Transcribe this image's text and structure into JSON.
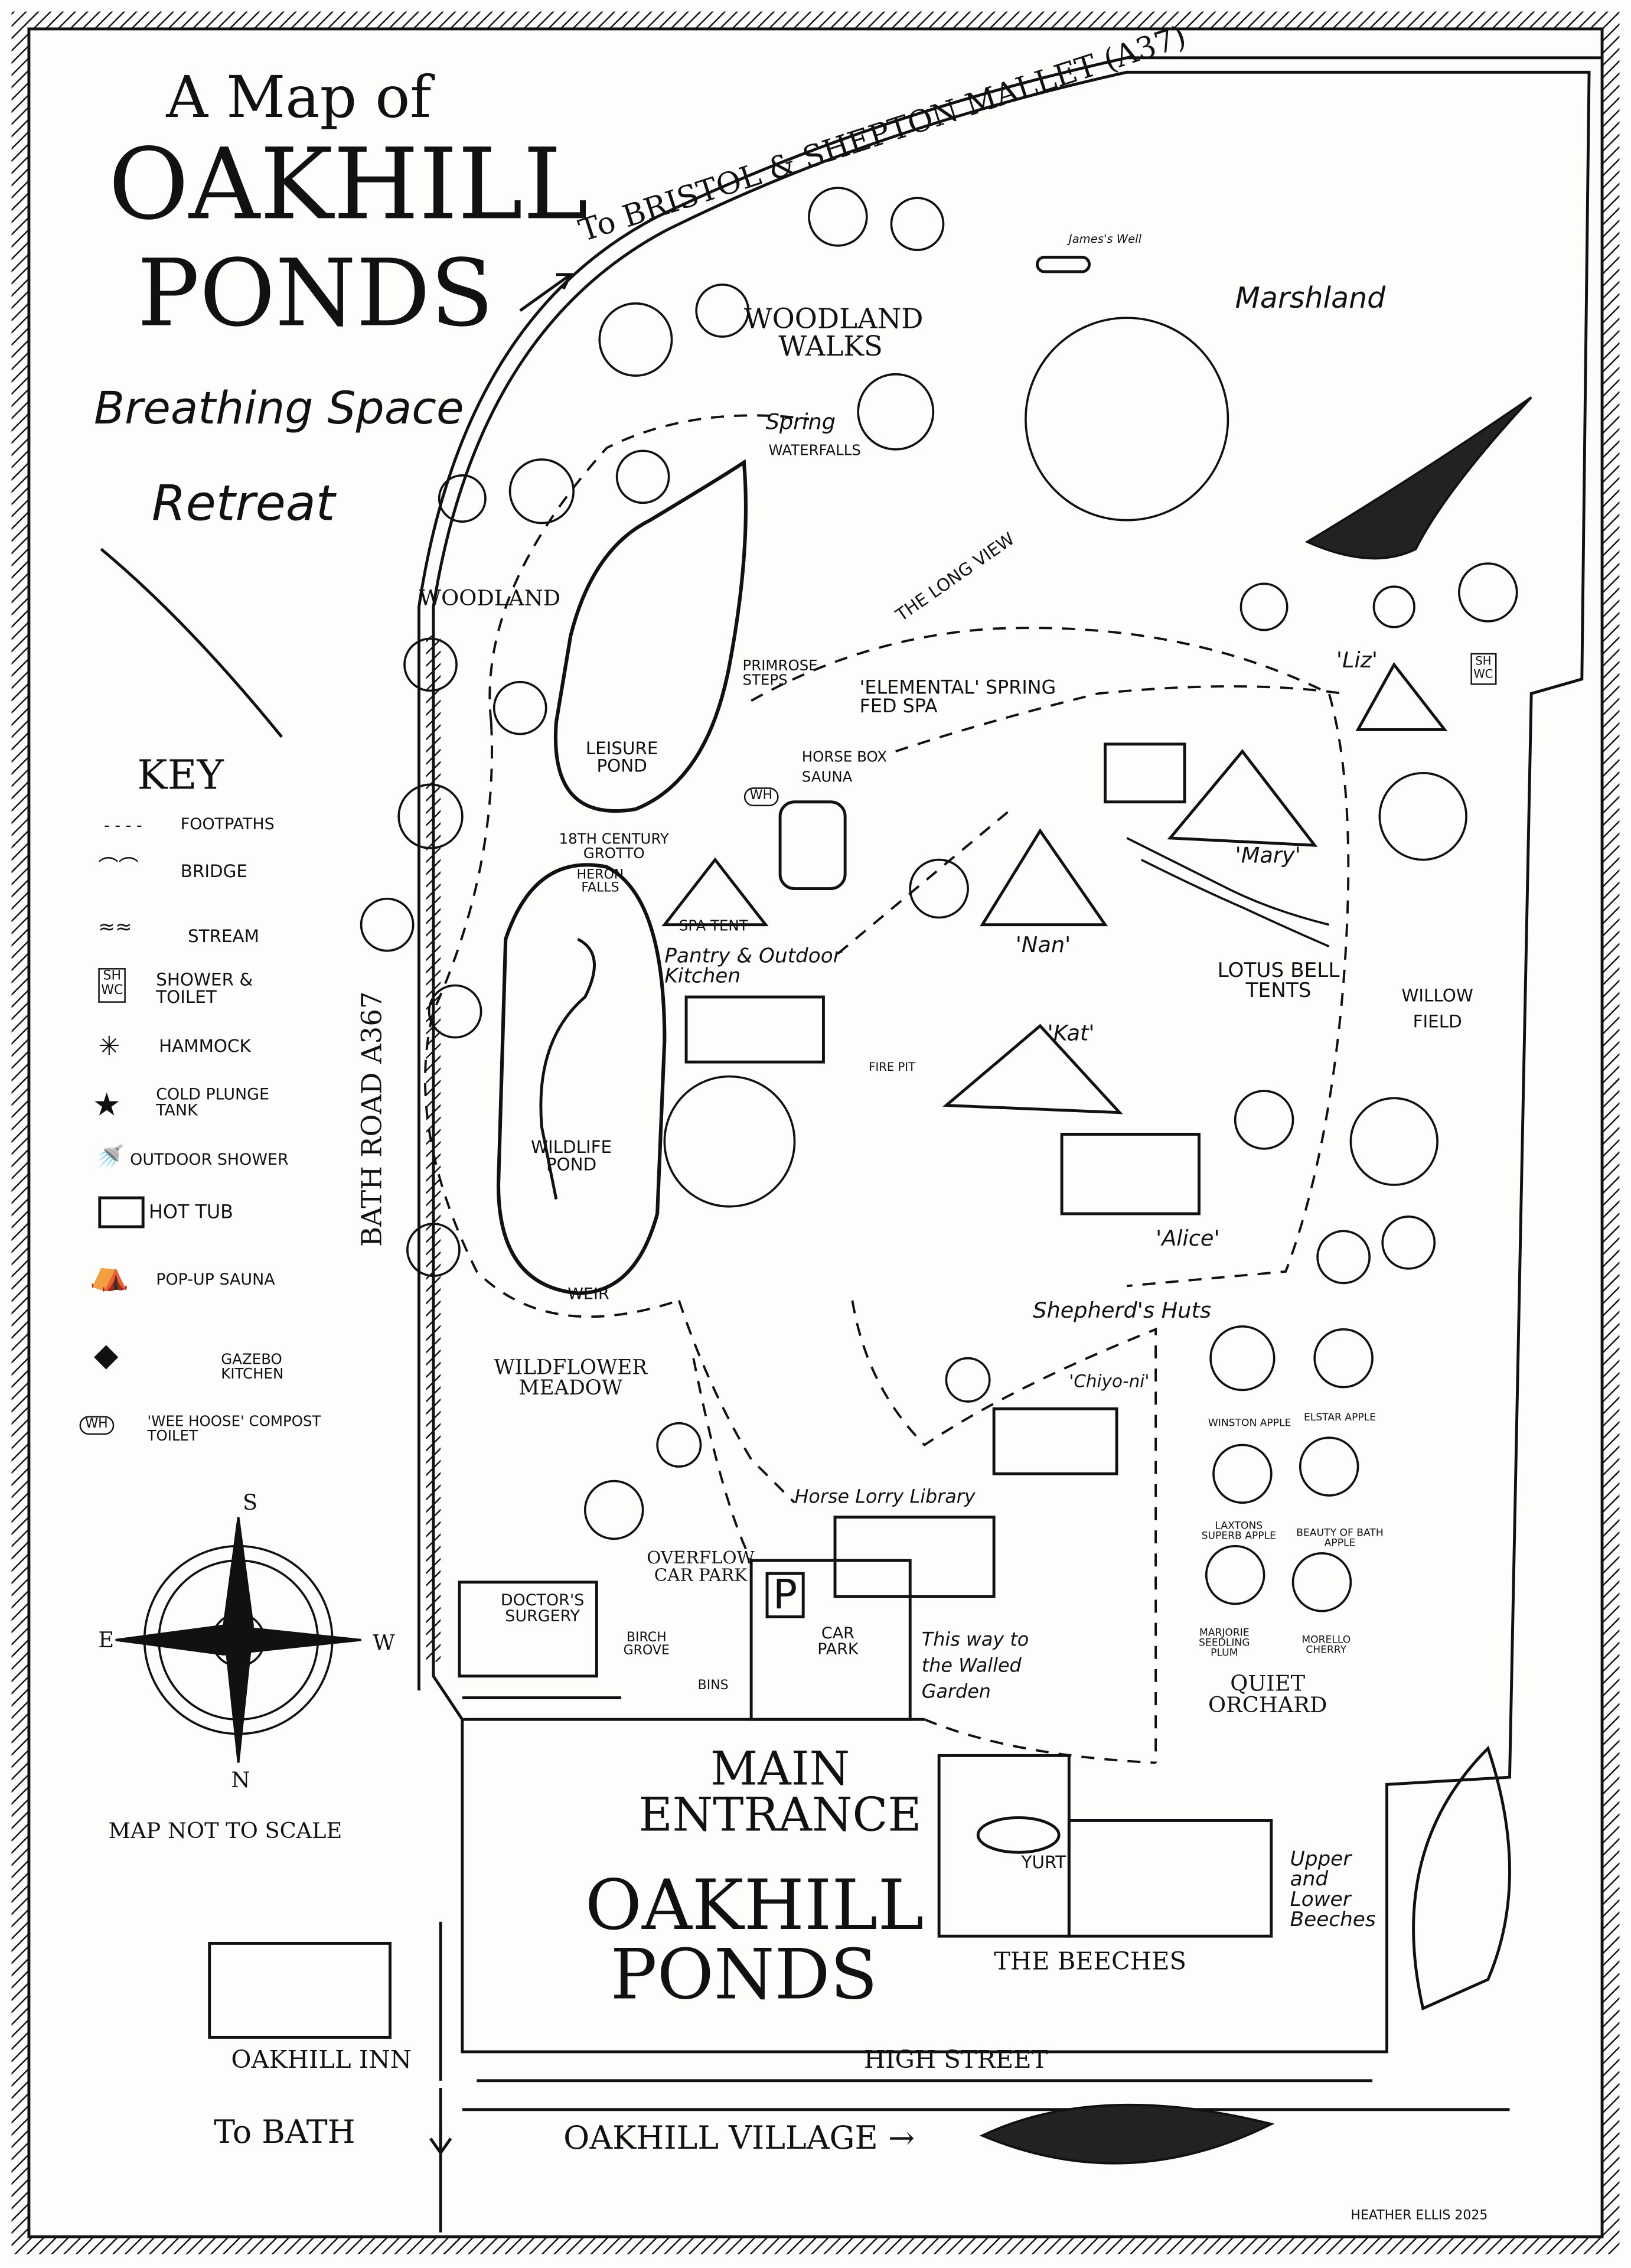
{
  "title": {
    "line1": "A Map of",
    "line2": "OAKHILL",
    "line3": "PONDS",
    "line4": "Breathing Space",
    "line5": "Retreat"
  },
  "roads": {
    "top": "To BRISTOL & SHEPTON MALLET (A37)",
    "side": "BATH ROAD A367",
    "high_street": "HIGH STREET",
    "to_bath": "To BATH",
    "village": "OAKHILL VILLAGE →"
  },
  "places": {
    "james_well": "James's Well",
    "marshland": "Marshland",
    "woodland_walks": "WOODLAND WALKS",
    "spring": "Spring",
    "waterfalls": "WATERFALLS",
    "long_view": "THE LONG VIEW",
    "woodland": "WOODLAND",
    "primrose_steps": "PRIMROSE STEPS",
    "spa": "'ELEMENTAL' SPRING FED SPA",
    "liz": "'Liz'",
    "leisure_pond": "LEISURE POND",
    "horse_box_sauna": "HORSE BOX SAUNA",
    "wh": "WH",
    "grotto": "18TH CENTURY GROTTO",
    "heron_falls": "HERON FALLS",
    "spa_tent": "SPA TENT",
    "mary": "'Mary'",
    "pantry": "Pantry & Outdoor Kitchen",
    "nan": "'Nan'",
    "lotus": "LOTUS BELL TENTS",
    "willow": "WILLOW FIELD",
    "kat": "'Kat'",
    "fire_pit": "FIRE PIT",
    "wildlife_pond": "WILDLIFE POND",
    "alice": "'Alice'",
    "weir": "WEIR",
    "shepherds": "Shepherd's Huts",
    "meadow": "WILDFLOWER MEADOW",
    "chiyo": "'Chiyo-ni'",
    "library": "Horse Lorry Library",
    "overflow": "OVERFLOW CAR PARK",
    "doctor": "DOCTOR'S SURGERY",
    "birch": "BIRCH GROVE",
    "p": "P",
    "car_park": "CAR PARK",
    "walled": "This way to the Walled Garden",
    "bins": "BINS",
    "main_entrance": "MAIN ENTRANCE",
    "yurt": "YURT",
    "upper_lower": "Upper and Lower Beeches",
    "oakhill_ponds": "OAKHILL PONDS",
    "beeches": "THE BEECHES",
    "inn": "OAKHILL INN",
    "quiet_orchard": "QUIET ORCHARD",
    "sh": "SH",
    "wc": "WC"
  },
  "orchard": [
    "WINSTON APPLE",
    "ELSTAR APPLE",
    "LAXTONS SUPERB APPLE",
    "BEAUTY OF BATH APPLE",
    "MARJORIE SEEDLING PLUM",
    "MORELLO CHERRY"
  ],
  "key": {
    "title": "KEY",
    "items": [
      "FOOTPATHS",
      "BRIDGE",
      "STREAM",
      "SHOWER & TOILET",
      "HAMMOCK",
      "COLD PLUNGE TANK",
      "OUTDOOR SHOWER",
      "HOT TUB",
      "POP-UP SAUNA",
      "GAZEBO KITCHEN",
      "'WEE HOOSE' COMPOST TOILET"
    ],
    "icons": [
      "dashed-line",
      "bridge",
      "wavy-line",
      "sh-wc-box",
      "asterisk",
      "star",
      "shower",
      "tub",
      "tent-1",
      "diamond",
      "wh-circle"
    ]
  },
  "compass": {
    "n": "N",
    "s": "S",
    "e": "E",
    "w": "W",
    "scale_note": "MAP NOT TO SCALE"
  },
  "signature": "HEATHER ELLIS 2025",
  "colors": {
    "ink": "#111111",
    "paper": "#fdfdfb"
  }
}
